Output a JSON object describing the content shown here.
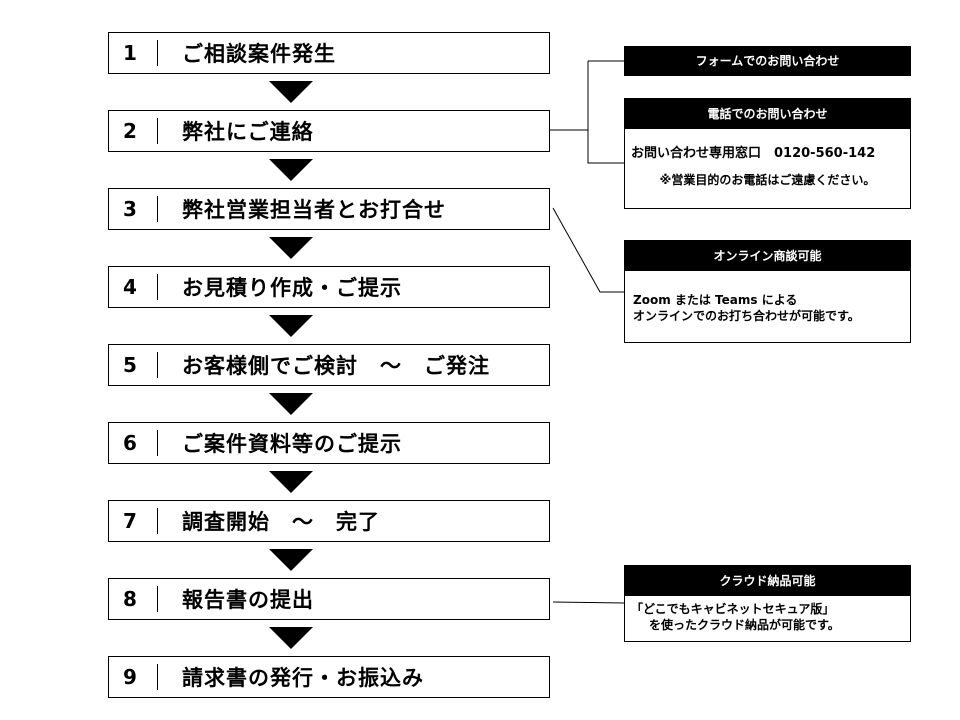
{
  "steps": [
    {
      "num": "1",
      "label": "ご相談案件発生"
    },
    {
      "num": "2",
      "label": "弊社にご連絡"
    },
    {
      "num": "3",
      "label": "弊社営業担当者とお打合せ"
    },
    {
      "num": "4",
      "label": "お見積り作成・ご提示"
    },
    {
      "num": "5",
      "label": "お客様側でご検討　～　ご発注"
    },
    {
      "num": "6",
      "label": "ご案件資料等のご提示"
    },
    {
      "num": "7",
      "label": "調査開始　～　完了"
    },
    {
      "num": "8",
      "label": "報告書の提出"
    },
    {
      "num": "9",
      "label": "請求書の発行・お振込み"
    }
  ],
  "callouts": {
    "form": {
      "title": "フォームでのお問い合わせ"
    },
    "phone": {
      "title": "電話でのお問い合わせ",
      "line1": "お問い合わせ専用窓口　0120-560-142",
      "line2": "※営業目的のお電話はご遠慮ください。"
    },
    "online": {
      "title": "オンライン商談可能",
      "line1": "Zoom または Teams による",
      "line2": "オンラインでのお打ち合わせが可能です。"
    },
    "cloud": {
      "title": "クラウド納品可能",
      "line1": "「どこでもキャビネットセキュア版」",
      "line2": "を使ったクラウド納品が可能です。"
    }
  }
}
